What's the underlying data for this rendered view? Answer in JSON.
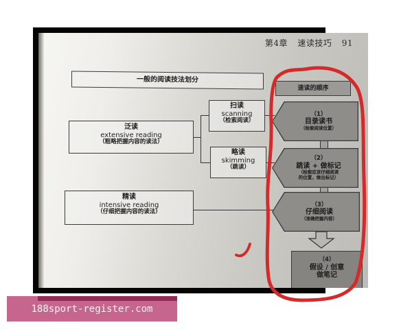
{
  "running_head": {
    "chapter": "第4章",
    "title": "速读技巧",
    "page_number": "91"
  },
  "diagram": {
    "left_title": "一般的阅读技法划分",
    "right_title": "速读的顺序",
    "extensive": {
      "zh": "泛读",
      "en": "extensive reading",
      "note": "（粗略把握内容的读法）"
    },
    "scanning": {
      "zh": "扫读",
      "en": "scanning",
      "note": "（检索阅读）"
    },
    "skimming": {
      "zh": "略读",
      "en": "skimming",
      "note": "（跳读）"
    },
    "intensive": {
      "zh": "精读",
      "en": "intensive reading",
      "note": "（仔细把握内容的读法）"
    },
    "steps": [
      {
        "num": "（1）",
        "title": "目录读书",
        "note": "（检索阅读位置）"
      },
      {
        "num": "（2）",
        "title": "跳读 + 做标记",
        "note": "（检索应该仔细阅读",
        "note2": "的位置，做出标记）"
      },
      {
        "num": "（3）",
        "title": "仔细阅读",
        "note": "（准确把握内容）"
      },
      {
        "num": "（4）",
        "title": "假设 / 创意",
        "title2": "做笔记"
      }
    ]
  },
  "annotation": {
    "ink_color": "#d42a2a"
  },
  "watermark": {
    "text": "188sport-register.com",
    "color": "#c7668d"
  }
}
